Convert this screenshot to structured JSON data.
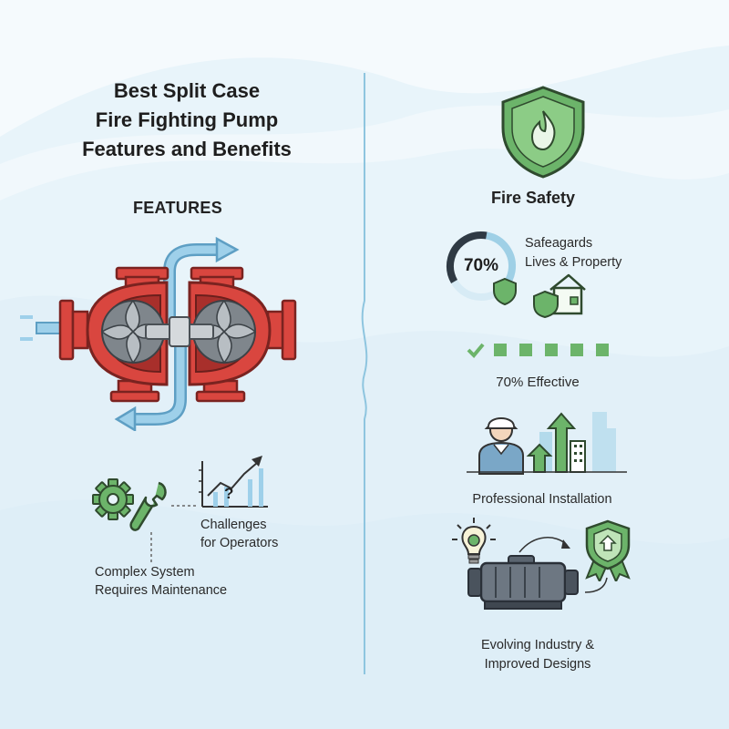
{
  "title": {
    "line1": "Best Split Case",
    "line2": "Fire Fighting Pump",
    "line3": "Features and Benefits"
  },
  "left": {
    "features_heading": "FEATURES",
    "maintenance_label": {
      "line1": "Complex System",
      "line2": "Requires Maintenance"
    },
    "challenges_label": {
      "line1": "Challenges",
      "line2": "for Operators"
    },
    "chart_question": "?"
  },
  "right": {
    "fire_safety_label": "Fire Safety",
    "gauge": {
      "percent_text": "70%",
      "value": 0.7
    },
    "safeguard_label": {
      "line1": "Safeagards",
      "line2": "Lives & Property"
    },
    "progress": {
      "total": 6,
      "checked": 1
    },
    "effective_label": "70% Effective",
    "installation_label": "Professional Installation",
    "evolving_label": {
      "line1": "Evolving Industry &",
      "line2": "Improved Designs"
    }
  },
  "colors": {
    "pump_red": "#d9463f",
    "pump_dark_red": "#a82f2b",
    "flow_blue": "#8cc3e0",
    "safety_green": "#6cb46a",
    "gauge_dark": "#2f3a44",
    "gauge_light": "#9fd0e6",
    "divider": "#8ec5df"
  },
  "icons": [
    "shield-fire-icon",
    "shield-icon",
    "house-shield-icon",
    "checkmark-icon",
    "worker-icon",
    "city-growth-icon",
    "gear-icon",
    "wrench-icon",
    "growth-chart-icon",
    "lightbulb-gear-icon",
    "pump-motor-icon",
    "award-badge-icon"
  ]
}
